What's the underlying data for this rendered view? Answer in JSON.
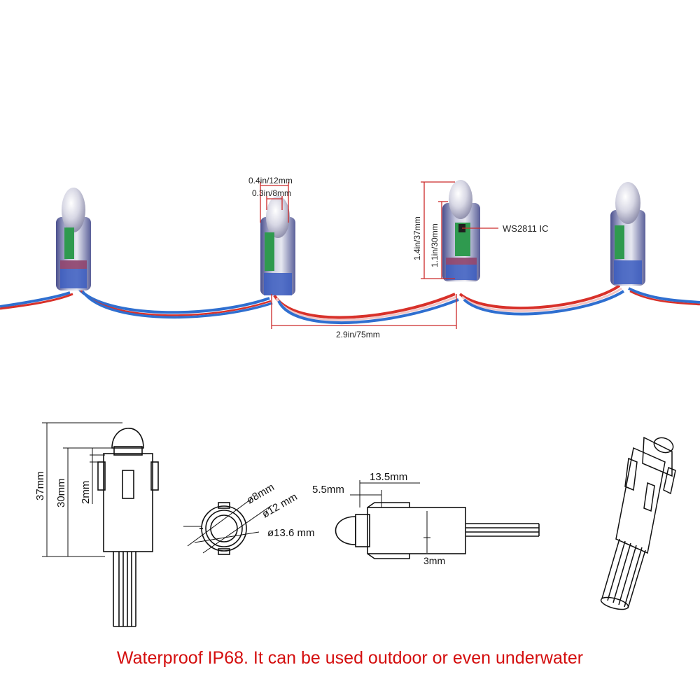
{
  "photo": {
    "dimensions": {
      "top_width_outer": "0.4in/12mm",
      "top_width_inner": "0.3in/8mm",
      "height_total": "1.4in/37mm",
      "height_body": "1.1in/30mm",
      "pitch": "2.9in/75mm"
    },
    "ic_label": "WS2811 IC"
  },
  "drawing": {
    "side_view": {
      "total_height": "37mm",
      "body_height": "30mm",
      "step": "2mm"
    },
    "top_view": {
      "d_inner": "ø8mm",
      "d_mid": "ø12 mm",
      "d_outer": "ø13.6 mm"
    },
    "profile_view": {
      "length": "13.5mm",
      "lip": "5.5mm",
      "offset": "3mm"
    }
  },
  "caption": "Waterproof IP68.  It can be used outdoor or even underwater",
  "colors": {
    "caption": "#d40e0e",
    "wire_blue": "#2f6fd0",
    "wire_red": "#d8312a",
    "pcb_green": "#2f9a4f",
    "dim_line": "#cc2a2a"
  }
}
